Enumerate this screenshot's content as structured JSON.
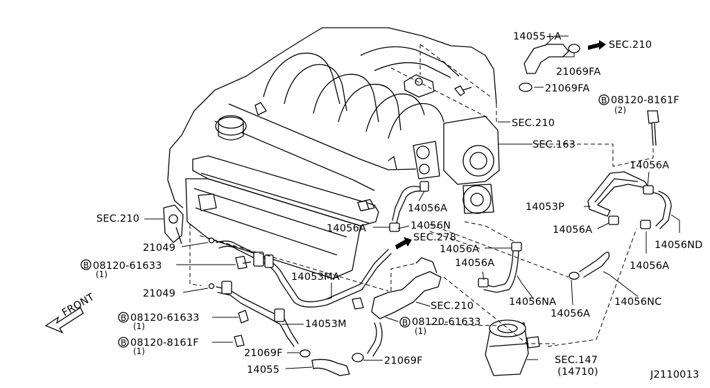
{
  "diagram_id": "J2110013",
  "front_label": "FRONT",
  "labels": {
    "p14055A": "14055+A",
    "sec210_top": "SEC.210",
    "p21069FA_1": "21069FA",
    "p21069FA_2": "21069FA",
    "bolt_8161F_top": "08120-8161F",
    "bolt_8161F_top_qty": "(2)",
    "sec210_mid": "SEC.210",
    "sec163": "SEC.163",
    "p14056A_r1": "14056A",
    "p14053P": "14053P",
    "p14056A_r2": "14056A",
    "p14056ND": "14056ND",
    "p14056A_r3": "14056A",
    "sec210_left": "SEC.210",
    "p14056A_c1": "14056A",
    "p14056A_c2": "14056A",
    "p14056N": "14056N",
    "sec278": "SEC.278",
    "p21049_1": "21049",
    "bolt_61633_1": "08120-61633",
    "bolt_61633_1_qty": "(1)",
    "p14056A_c3": "14056A",
    "p14056A_c4": "14056A",
    "p14053MA": "14053MA",
    "p21049_2": "21049",
    "p14056NA": "14056NA",
    "p14056A_c5": "14056A",
    "p14056NC": "14056NC",
    "sec210_low": "SEC.210",
    "bolt_61633_2": "08120-61633",
    "bolt_61633_2_qty": "(1)",
    "p14053M": "14053M",
    "bolt_61633_3": "08120-61633",
    "bolt_61633_3_qty": "(1)",
    "bolt_8161F_low": "08120-8161F",
    "bolt_8161F_low_qty": "(1)",
    "p21069F_1": "21069F",
    "p21069F_2": "21069F",
    "p14055": "14055",
    "sec147": "SEC.147",
    "sec147_sub": "(14710)",
    "bolt_marker": "B"
  }
}
